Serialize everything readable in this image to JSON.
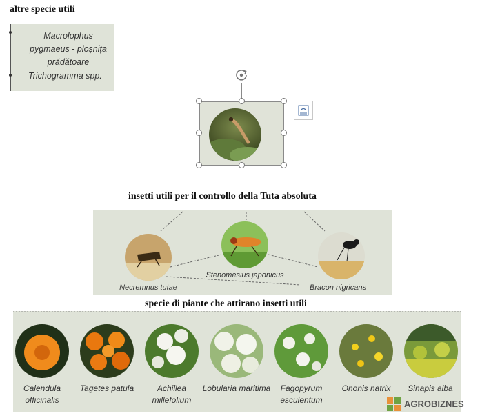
{
  "headings": {
    "other_species": "altre specie utili",
    "insects": "insetti utili per il controllo della Tuta absoluta",
    "plants": "specie di piante che attirano insetti utili"
  },
  "species_list": {
    "line1": "Macrolophus",
    "line2": "pygmaeus - ploșnița",
    "line3": "prădătoare",
    "line4": "Trichogramma spp."
  },
  "insects": [
    {
      "name": "Necremnus tutae"
    },
    {
      "name": "Stenomesius japonicus"
    },
    {
      "name": "Bracon nigricans"
    }
  ],
  "plants": [
    {
      "line1": "Calendula",
      "line2": "officinalis"
    },
    {
      "line1": "Tagetes patula",
      "line2": ""
    },
    {
      "line1": "Achillea",
      "line2": "millefolium"
    },
    {
      "line1": "Lobularia maritima",
      "line2": ""
    },
    {
      "line1": "Fagopyrum",
      "line2": "esculentum"
    },
    {
      "line1": "Ononis natrix",
      "line2": ""
    },
    {
      "line1": "Sinapis alba",
      "line2": ""
    }
  ],
  "logo": {
    "text": "AGROBIZNES"
  },
  "colors": {
    "card_bg": "#dfe3d8",
    "logo_orange": "#e8913a",
    "logo_green": "#6fa343"
  },
  "icons": {
    "rotate": "rotate-icon",
    "layout_options": "layout-options-icon"
  }
}
